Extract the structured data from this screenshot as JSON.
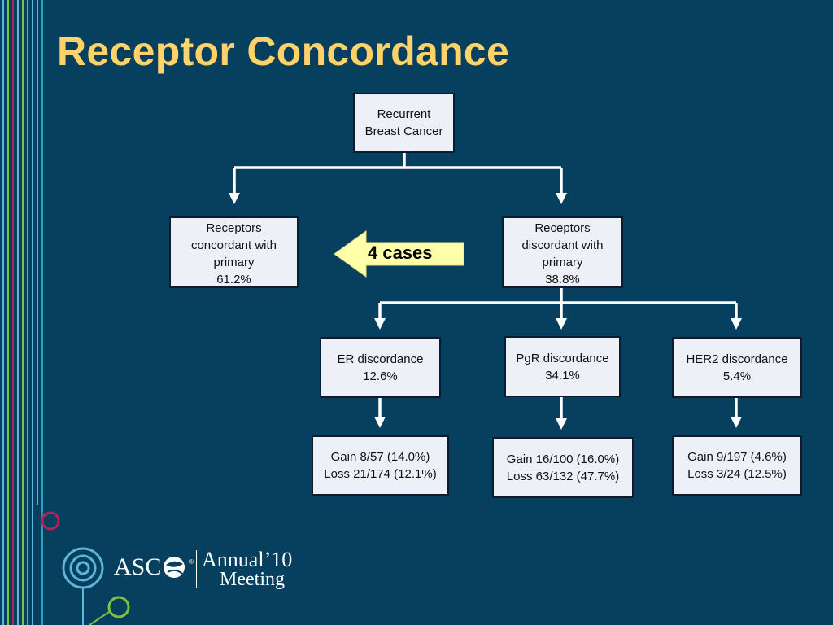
{
  "slide": {
    "title": "Receptor Concordance"
  },
  "diagram": {
    "root": {
      "line1": "Recurrent",
      "line2": "Breast Cancer"
    },
    "concordant": {
      "line1": "Receptors",
      "line2": "concordant with",
      "line3": "primary",
      "value": "61.2%"
    },
    "discordant": {
      "line1": "Receptors",
      "line2": "discordant with",
      "line3": "primary",
      "value": "38.8%"
    },
    "callout": {
      "label": "4 cases",
      "color": "#ffffaa"
    },
    "er": {
      "label": "ER discordance",
      "value": "12.6%",
      "detail1": "Gain 8/57 (14.0%)",
      "detail2": "Loss 21/174 (12.1%)"
    },
    "pgr": {
      "label": "PgR discordance",
      "value": "34.1%",
      "detail1": "Gain 16/100 (16.0%)",
      "detail2": "Loss 63/132 (47.7%)"
    },
    "her2": {
      "label": "HER2 discordance",
      "value": "5.4%",
      "detail1": "Gain 9/197 (4.6%)",
      "detail2": "Loss 3/24 (12.5%)"
    }
  },
  "branding": {
    "logo_text": "ASC",
    "registered": "®",
    "annual": "Annual",
    "year": "’10",
    "meeting": "Meeting"
  },
  "colors": {
    "background": "#073f5e",
    "title": "#ffd36a",
    "box_fill": "#eef0f8",
    "connector": "#ffffff",
    "accent_green": "#7dc142",
    "accent_magenta": "#b0245e",
    "accent_blue": "#5fb4d9"
  }
}
